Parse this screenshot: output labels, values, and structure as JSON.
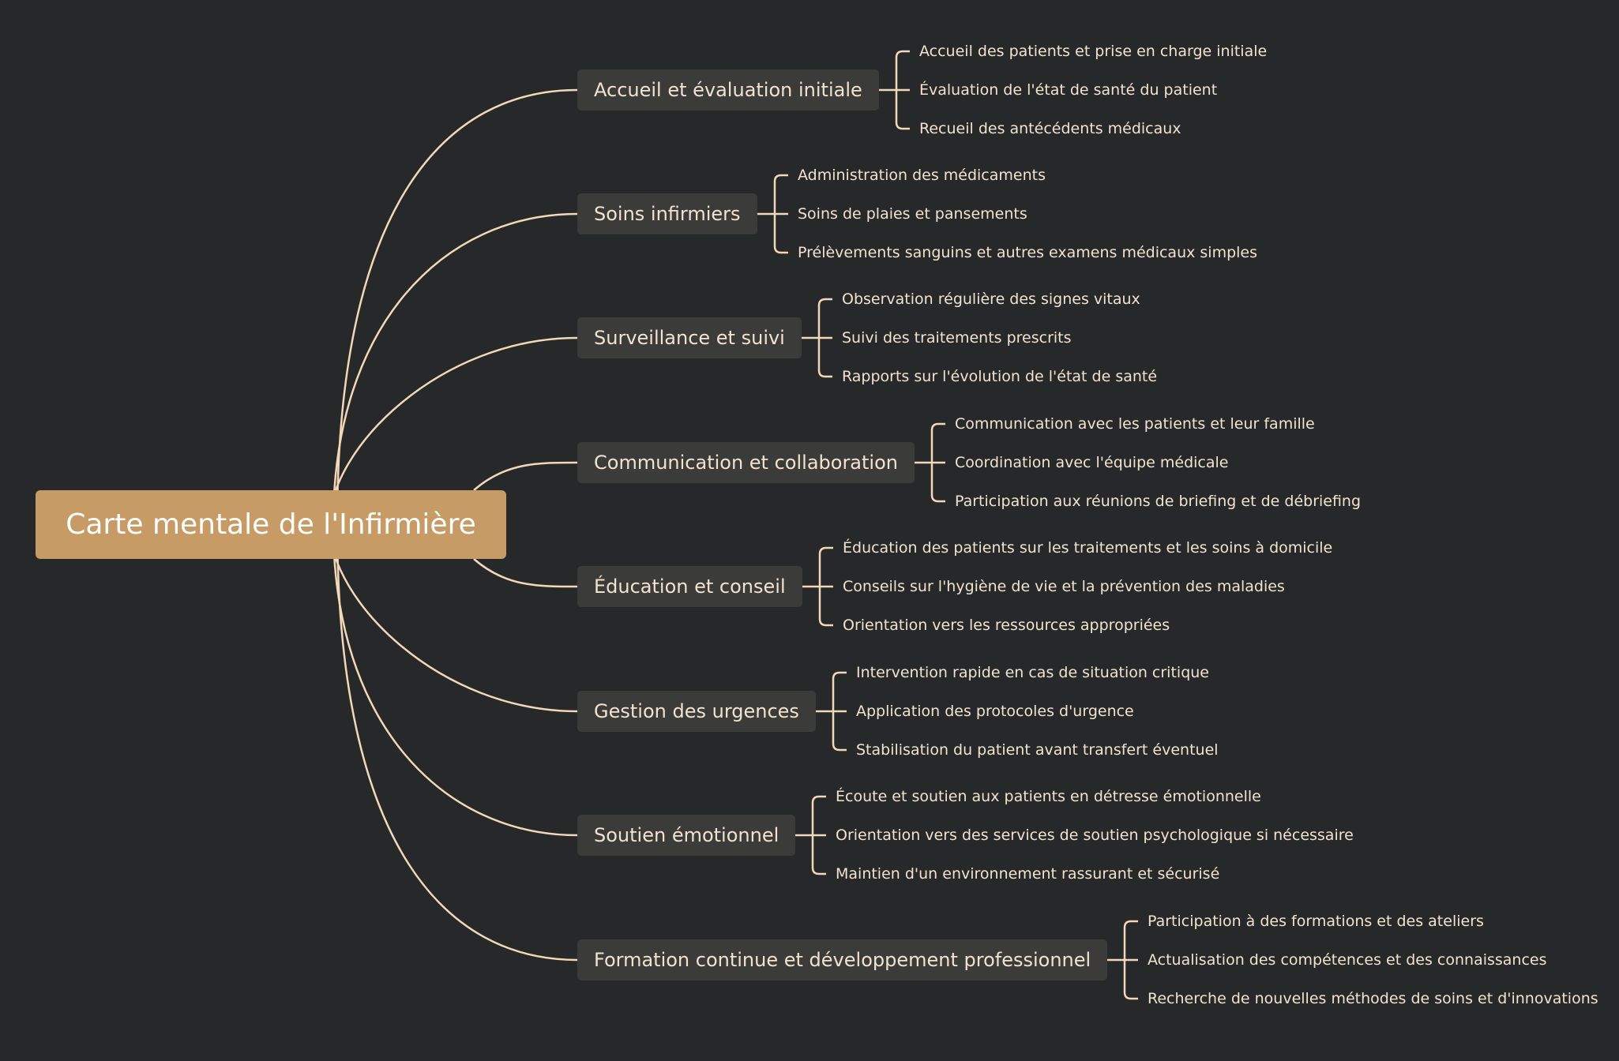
{
  "root": {
    "label": "Carte mentale de l'Infirmière"
  },
  "colors": {
    "background": "#26282a",
    "root": "#c79b66",
    "branch": "#3b3b39",
    "line": "#f3d7b9",
    "text": "#f1e3cf"
  },
  "branches": [
    {
      "label": "Accueil et évaluation initiale",
      "children": [
        "Accueil des patients et prise en charge initiale",
        "Évaluation de l'état de santé du patient",
        "Recueil des antécédents médicaux"
      ]
    },
    {
      "label": "Soins infirmiers",
      "children": [
        "Administration des médicaments",
        "Soins de plaies et pansements",
        "Prélèvements sanguins et autres examens médicaux simples"
      ]
    },
    {
      "label": "Surveillance et suivi",
      "children": [
        "Observation régulière des signes vitaux",
        "Suivi des traitements prescrits",
        "Rapports sur l'évolution de l'état de santé"
      ]
    },
    {
      "label": "Communication et collaboration",
      "children": [
        "Communication avec les patients et leur famille",
        "Coordination avec l'équipe médicale",
        "Participation aux réunions de briefing et de débriefing"
      ]
    },
    {
      "label": "Éducation et conseil",
      "children": [
        "Éducation des patients sur les traitements et les soins à domicile",
        "Conseils sur l'hygiène de vie et la prévention des maladies",
        "Orientation vers les ressources appropriées"
      ]
    },
    {
      "label": "Gestion des urgences",
      "children": [
        "Intervention rapide en cas de situation critique",
        "Application des protocoles d'urgence",
        "Stabilisation du patient avant transfert éventuel"
      ]
    },
    {
      "label": "Soutien émotionnel",
      "children": [
        "Écoute et soutien aux patients en détresse émotionnelle",
        "Orientation vers des services de soutien psychologique si nécessaire",
        "Maintien d'un environnement rassurant et sécurisé"
      ]
    },
    {
      "label": "Formation continue et développement professionnel",
      "children": [
        "Participation à des formations et des ateliers",
        "Actualisation des compétences et des connaissances",
        "Recherche de nouvelles méthodes de soins et d'innovations"
      ]
    }
  ]
}
